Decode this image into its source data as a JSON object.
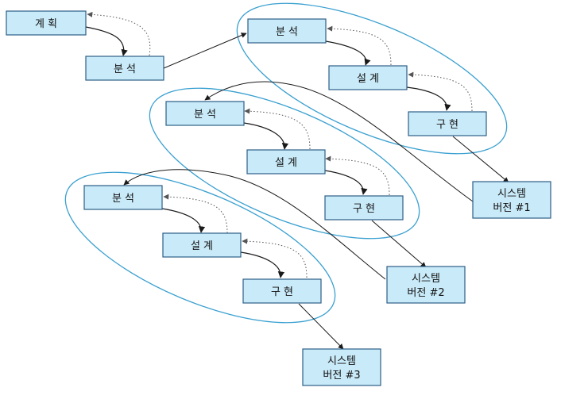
{
  "nodes": {
    "planning": "계 획",
    "analysis_0": "분 석",
    "c1": {
      "analysis": "분 석",
      "design": "설 계",
      "impl": "구 현"
    },
    "c2": {
      "analysis": "분 석",
      "design": "설 계",
      "impl": "구 현"
    },
    "c3": {
      "analysis": "분 석",
      "design": "설 계",
      "impl": "구 현"
    },
    "release1": [
      "시스템",
      "버전 #1"
    ],
    "release2": [
      "시스템",
      "버전 #2"
    ],
    "release3": [
      "시스템",
      "버전 #3"
    ]
  }
}
